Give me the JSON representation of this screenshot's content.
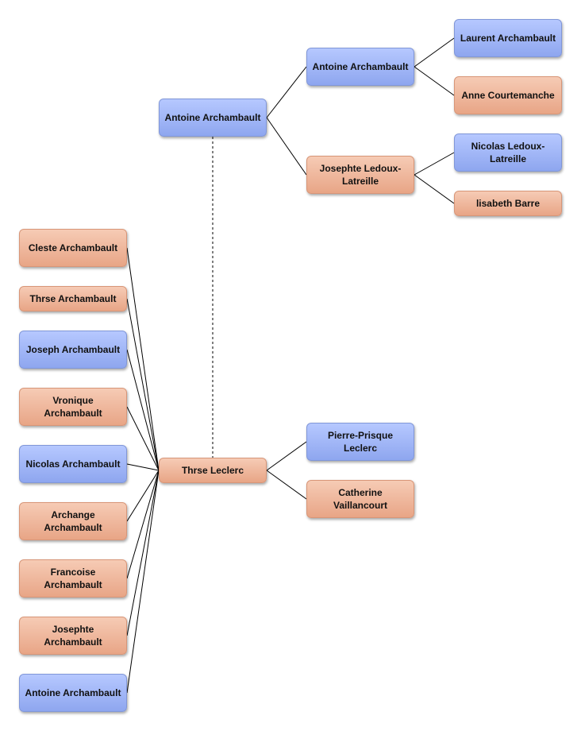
{
  "colors": {
    "male": "#9bb2f5",
    "female": "#eeb497",
    "line": "#000000"
  },
  "people": {
    "root": {
      "name": "Thrse Leclerc",
      "gender": "female"
    },
    "spouse": {
      "name": "Antoine Archambault",
      "gender": "male"
    },
    "spouse_father": {
      "name": "Antoine Archambault",
      "gender": "male"
    },
    "spouse_mother": {
      "name": "Josephte Ledoux-Latreille",
      "gender": "female"
    },
    "spouse_ff": {
      "name": "Laurent Archambault",
      "gender": "male"
    },
    "spouse_fm": {
      "name": "Anne Courtemanche",
      "gender": "female"
    },
    "spouse_mf": {
      "name": "Nicolas Ledoux-Latreille",
      "gender": "male"
    },
    "spouse_mm": {
      "name": "lisabeth Barre",
      "gender": "female"
    },
    "father": {
      "name": "Pierre-Prisque Leclerc",
      "gender": "male"
    },
    "mother": {
      "name": "Catherine Vaillancourt",
      "gender": "female"
    }
  },
  "children": [
    {
      "name": "Cleste Archambault",
      "gender": "female"
    },
    {
      "name": "Thrse Archambault",
      "gender": "female"
    },
    {
      "name": "Joseph Archambault",
      "gender": "male"
    },
    {
      "name": "Vronique Archambault",
      "gender": "female"
    },
    {
      "name": "Nicolas Archambault",
      "gender": "male"
    },
    {
      "name": "Archange Archambault",
      "gender": "female"
    },
    {
      "name": "Francoise Archambault",
      "gender": "female"
    },
    {
      "name": "Josephte Archambault",
      "gender": "female"
    },
    {
      "name": "Antoine Archambault",
      "gender": "male"
    }
  ]
}
